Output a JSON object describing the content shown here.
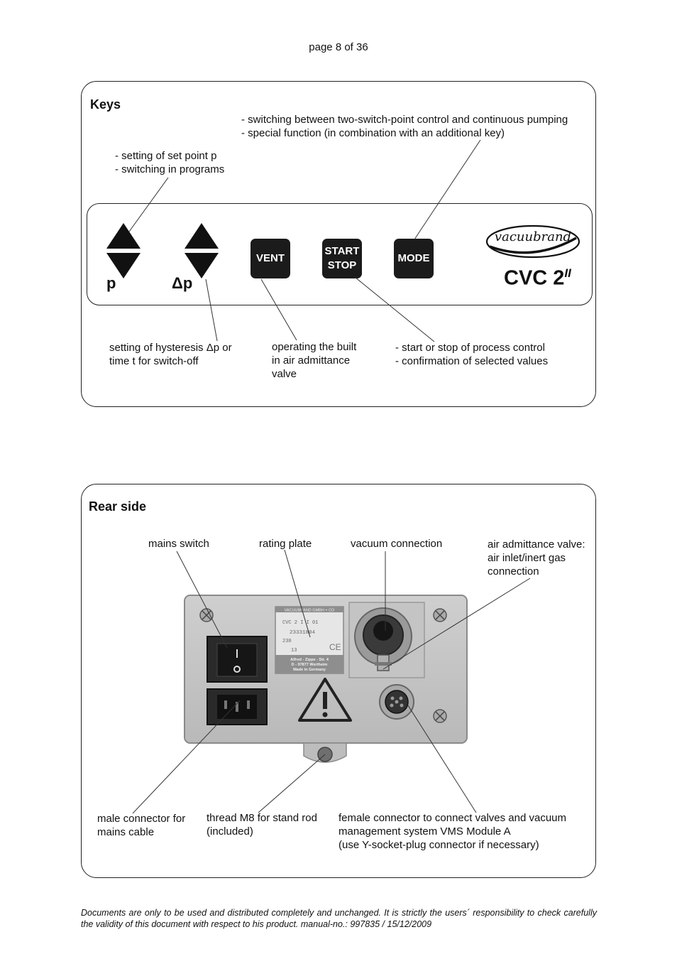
{
  "header": {
    "page_label": "page 8 of 36"
  },
  "keys_section": {
    "title": "Keys",
    "callout_mode": "- switching between two-switch-point control and continuous pumping\n- special function (in combination with an additional key)",
    "callout_setpoint": "- setting of set point p\n- switching in programs",
    "callout_hysteresis": "setting of hysteresis Δp or\ntime t for switch-off",
    "callout_vent": "operating the built\nin air admittance\nvalve",
    "callout_start": "- start or stop of process control\n- confirmation of selected values",
    "panel": {
      "label_p": "p",
      "label_dp": "Δp",
      "vent_label": "VENT",
      "start_label": "START\nSTOP",
      "mode_label": "MODE",
      "brand": "vacuubrand",
      "model": "CVC 2",
      "model_suffix": "II"
    }
  },
  "rear_section": {
    "title": "Rear side",
    "label_mains_switch": "mains switch",
    "label_rating_plate": "rating plate",
    "label_vacuum": "vacuum connection",
    "label_air_valve": "air admittance valve:\nair inlet/inert gas\nconnection",
    "label_male_connector": "male connector for\nmains cable",
    "label_thread": "thread M8 for stand rod\n(included)",
    "label_female_connector": "female connector to connect valves and vacuum\nmanagement system VMS Module A\n(use Y-socket-plug connector if necessary)",
    "plate": {
      "line1": "VACUUBRAND GMBH + CO",
      "line2": "CVC 2 I I      01",
      "line3": "23331804",
      "line4": "230",
      "line5": "13",
      "line6": "CE",
      "line7": "Alfred - Zippe - Str. 4",
      "line8": "D - 97877 Wertheim",
      "line9": "Made in Germany"
    }
  },
  "footer": {
    "text": "Documents are only to be used and distributed completely and unchanged. It is strictly the users´ responsibility to check carefully the validity of this document with respect to his product. manual-no.: 997835 / 15/12/2009"
  }
}
